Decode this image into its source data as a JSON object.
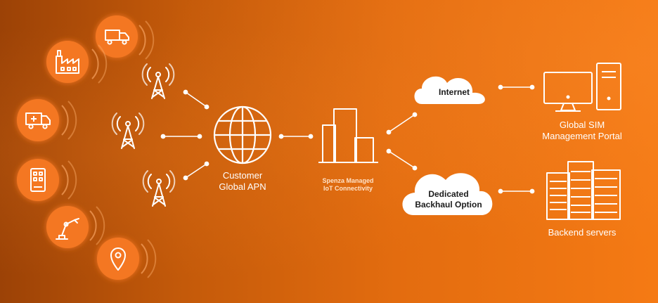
{
  "labels": {
    "customer_apn_line1": "Customer",
    "customer_apn_line2": "Global APN",
    "managed_line1": "Spenza Managed",
    "managed_line2": "IoT Connectivity",
    "internet": "Internet",
    "backhaul_line1": "Dedicated",
    "backhaul_line2": "Backhaul Option",
    "portal_line1": "Global SIM",
    "portal_line2": "Management Portal",
    "backend": "Backend servers"
  },
  "icons": {
    "devices": [
      "truck-icon",
      "factory-icon",
      "ambulance-icon",
      "smart-meter-icon",
      "robot-arm-icon",
      "location-pin-icon"
    ],
    "towers": [
      "cell-tower-icon",
      "cell-tower-icon",
      "cell-tower-icon"
    ],
    "hub": "globe-icon",
    "platform": "buildings-icon",
    "portal": "computer-icon",
    "servers": "server-rack-icon"
  },
  "colors": {
    "accent": "#f57a14",
    "device_circle": "#f47722",
    "line": "#ffffff"
  }
}
